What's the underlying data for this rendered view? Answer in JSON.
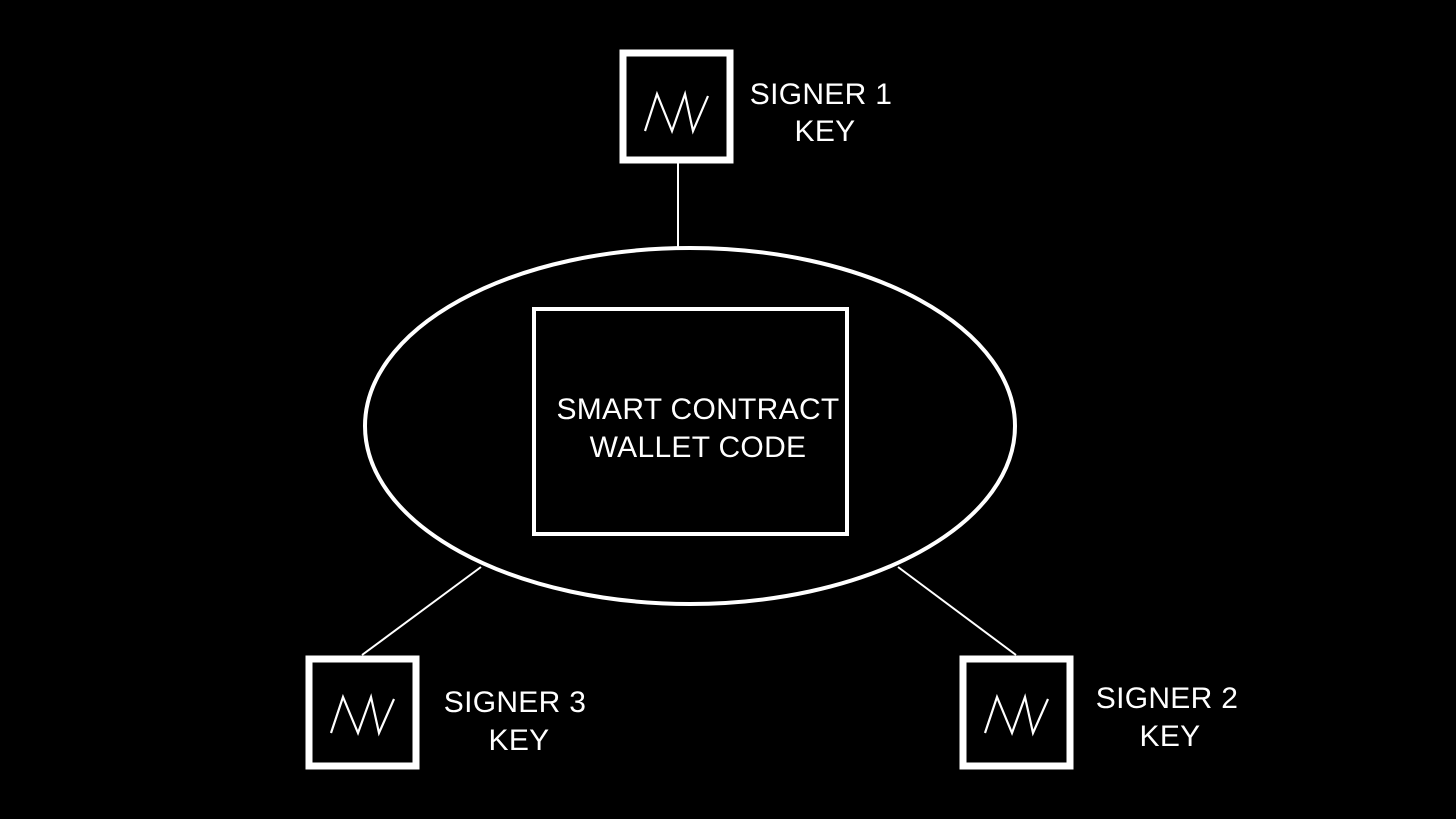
{
  "diagram": {
    "center": {
      "line1": "SMART CONTRACT",
      "line2": "WALLET CODE"
    },
    "signers": [
      {
        "id": "signer-1",
        "line1": "SIGNER 1",
        "line2": "KEY",
        "icon": "signature-icon"
      },
      {
        "id": "signer-2",
        "line1": "SIGNER 2",
        "line2": "KEY",
        "icon": "signature-icon"
      },
      {
        "id": "signer-3",
        "line1": "SIGNER 3",
        "line2": "KEY",
        "icon": "signature-icon"
      }
    ]
  },
  "colors": {
    "background": "#000000",
    "foreground": "#ffffff"
  }
}
